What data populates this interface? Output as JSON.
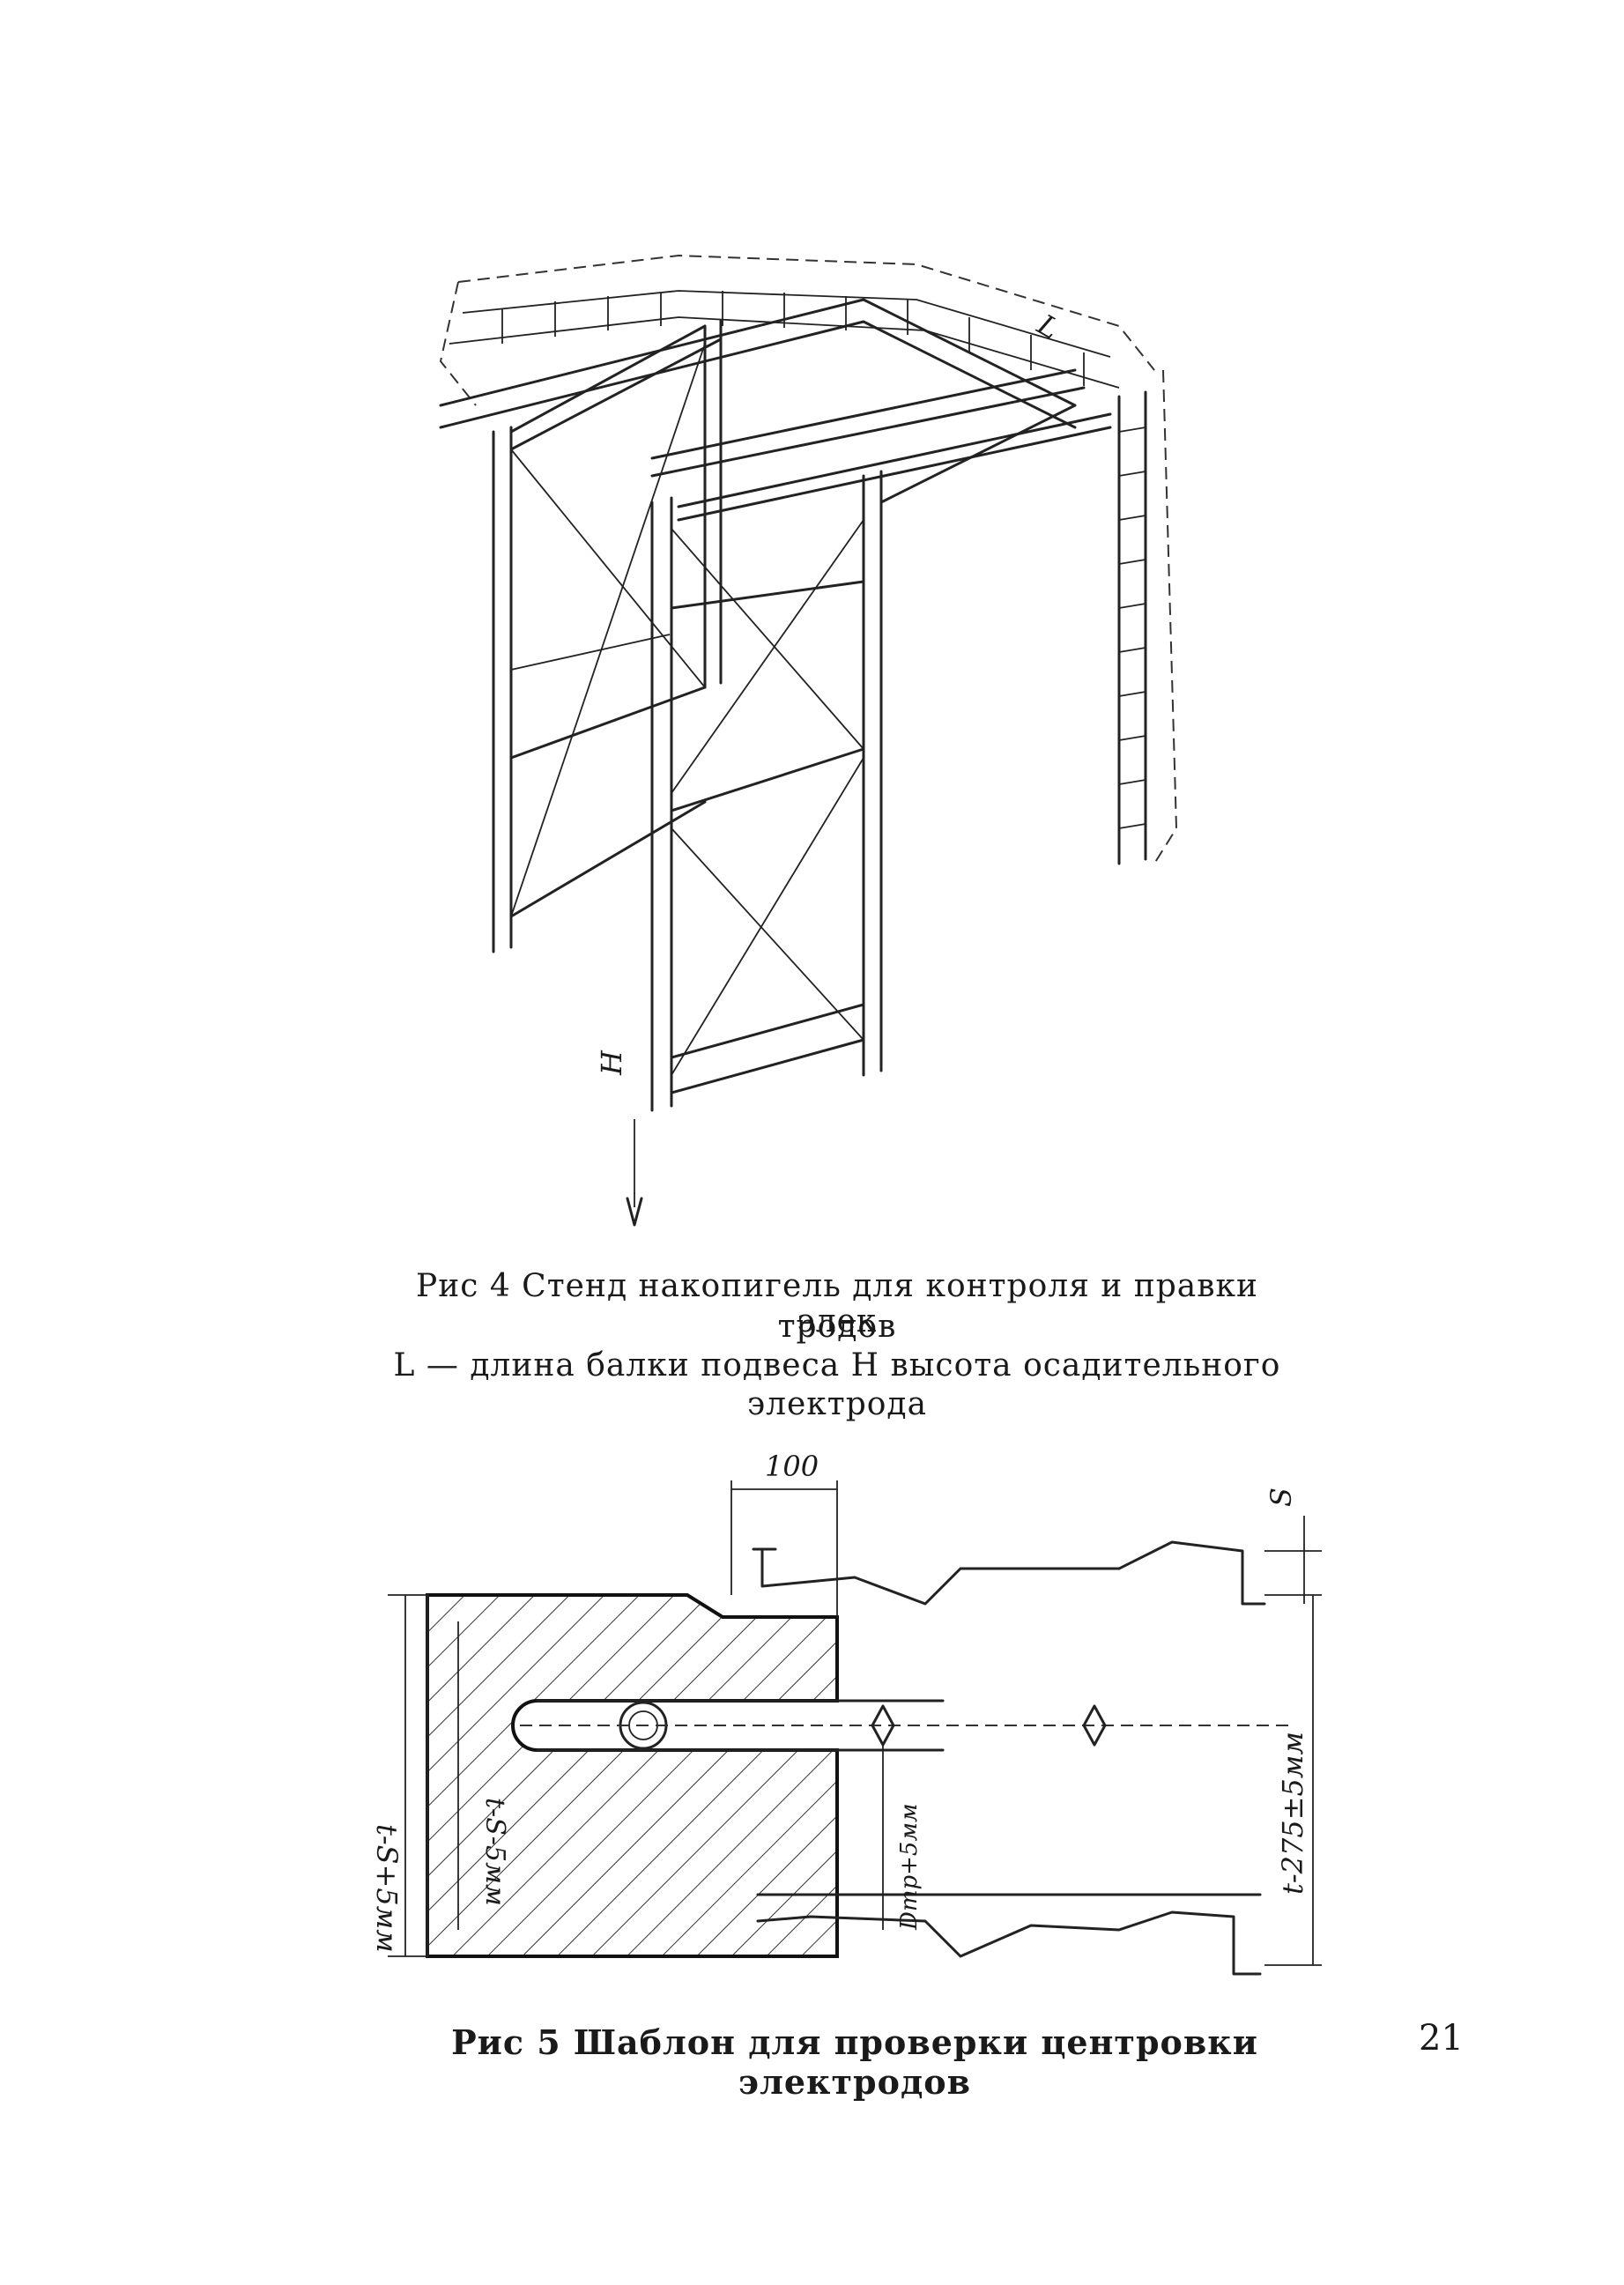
{
  "figure4": {
    "label_L": "L",
    "label_H": "H",
    "caption_line1": "Рис 4 Стенд накопигель для контроля и правки элек",
    "caption_line2": "тродов",
    "caption_line3": "L — длина балки подвеса H высота осадительного",
    "caption_line4": "электрода"
  },
  "figure5": {
    "dim_100": "100",
    "dim_S": "S",
    "dim_left_outer": "t-S+5мм",
    "dim_left_inner": "t-S-5мм",
    "dim_right": "t-275±5мм",
    "dim_bottom": "Dтр+5мм",
    "caption": "Рис 5 Шаблон для проверки центровки электродов"
  },
  "page_number": "21"
}
